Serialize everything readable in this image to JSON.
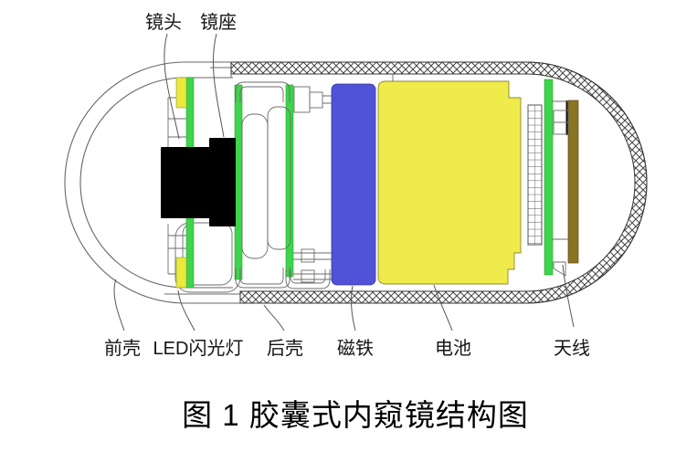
{
  "figure": {
    "caption": "图 1 胶囊式内窥镜结构图",
    "labels": {
      "lens": "镜头",
      "lens_mount": "镜座",
      "front_shell": "前壳",
      "led_flash": "LED闪光灯",
      "rear_shell": "后壳",
      "magnet": "磁铁",
      "battery": "电池",
      "antenna": "天线"
    },
    "colors": {
      "led_strip_yellow": "#e9e93e",
      "pcb_green": "#3ed44b",
      "magnet_blue": "#5052d8",
      "battery_yellow": "#efeb4a",
      "antenna_brown": "#8a7322",
      "camera_black": "#000000",
      "outline_gray": "#666666"
    }
  }
}
